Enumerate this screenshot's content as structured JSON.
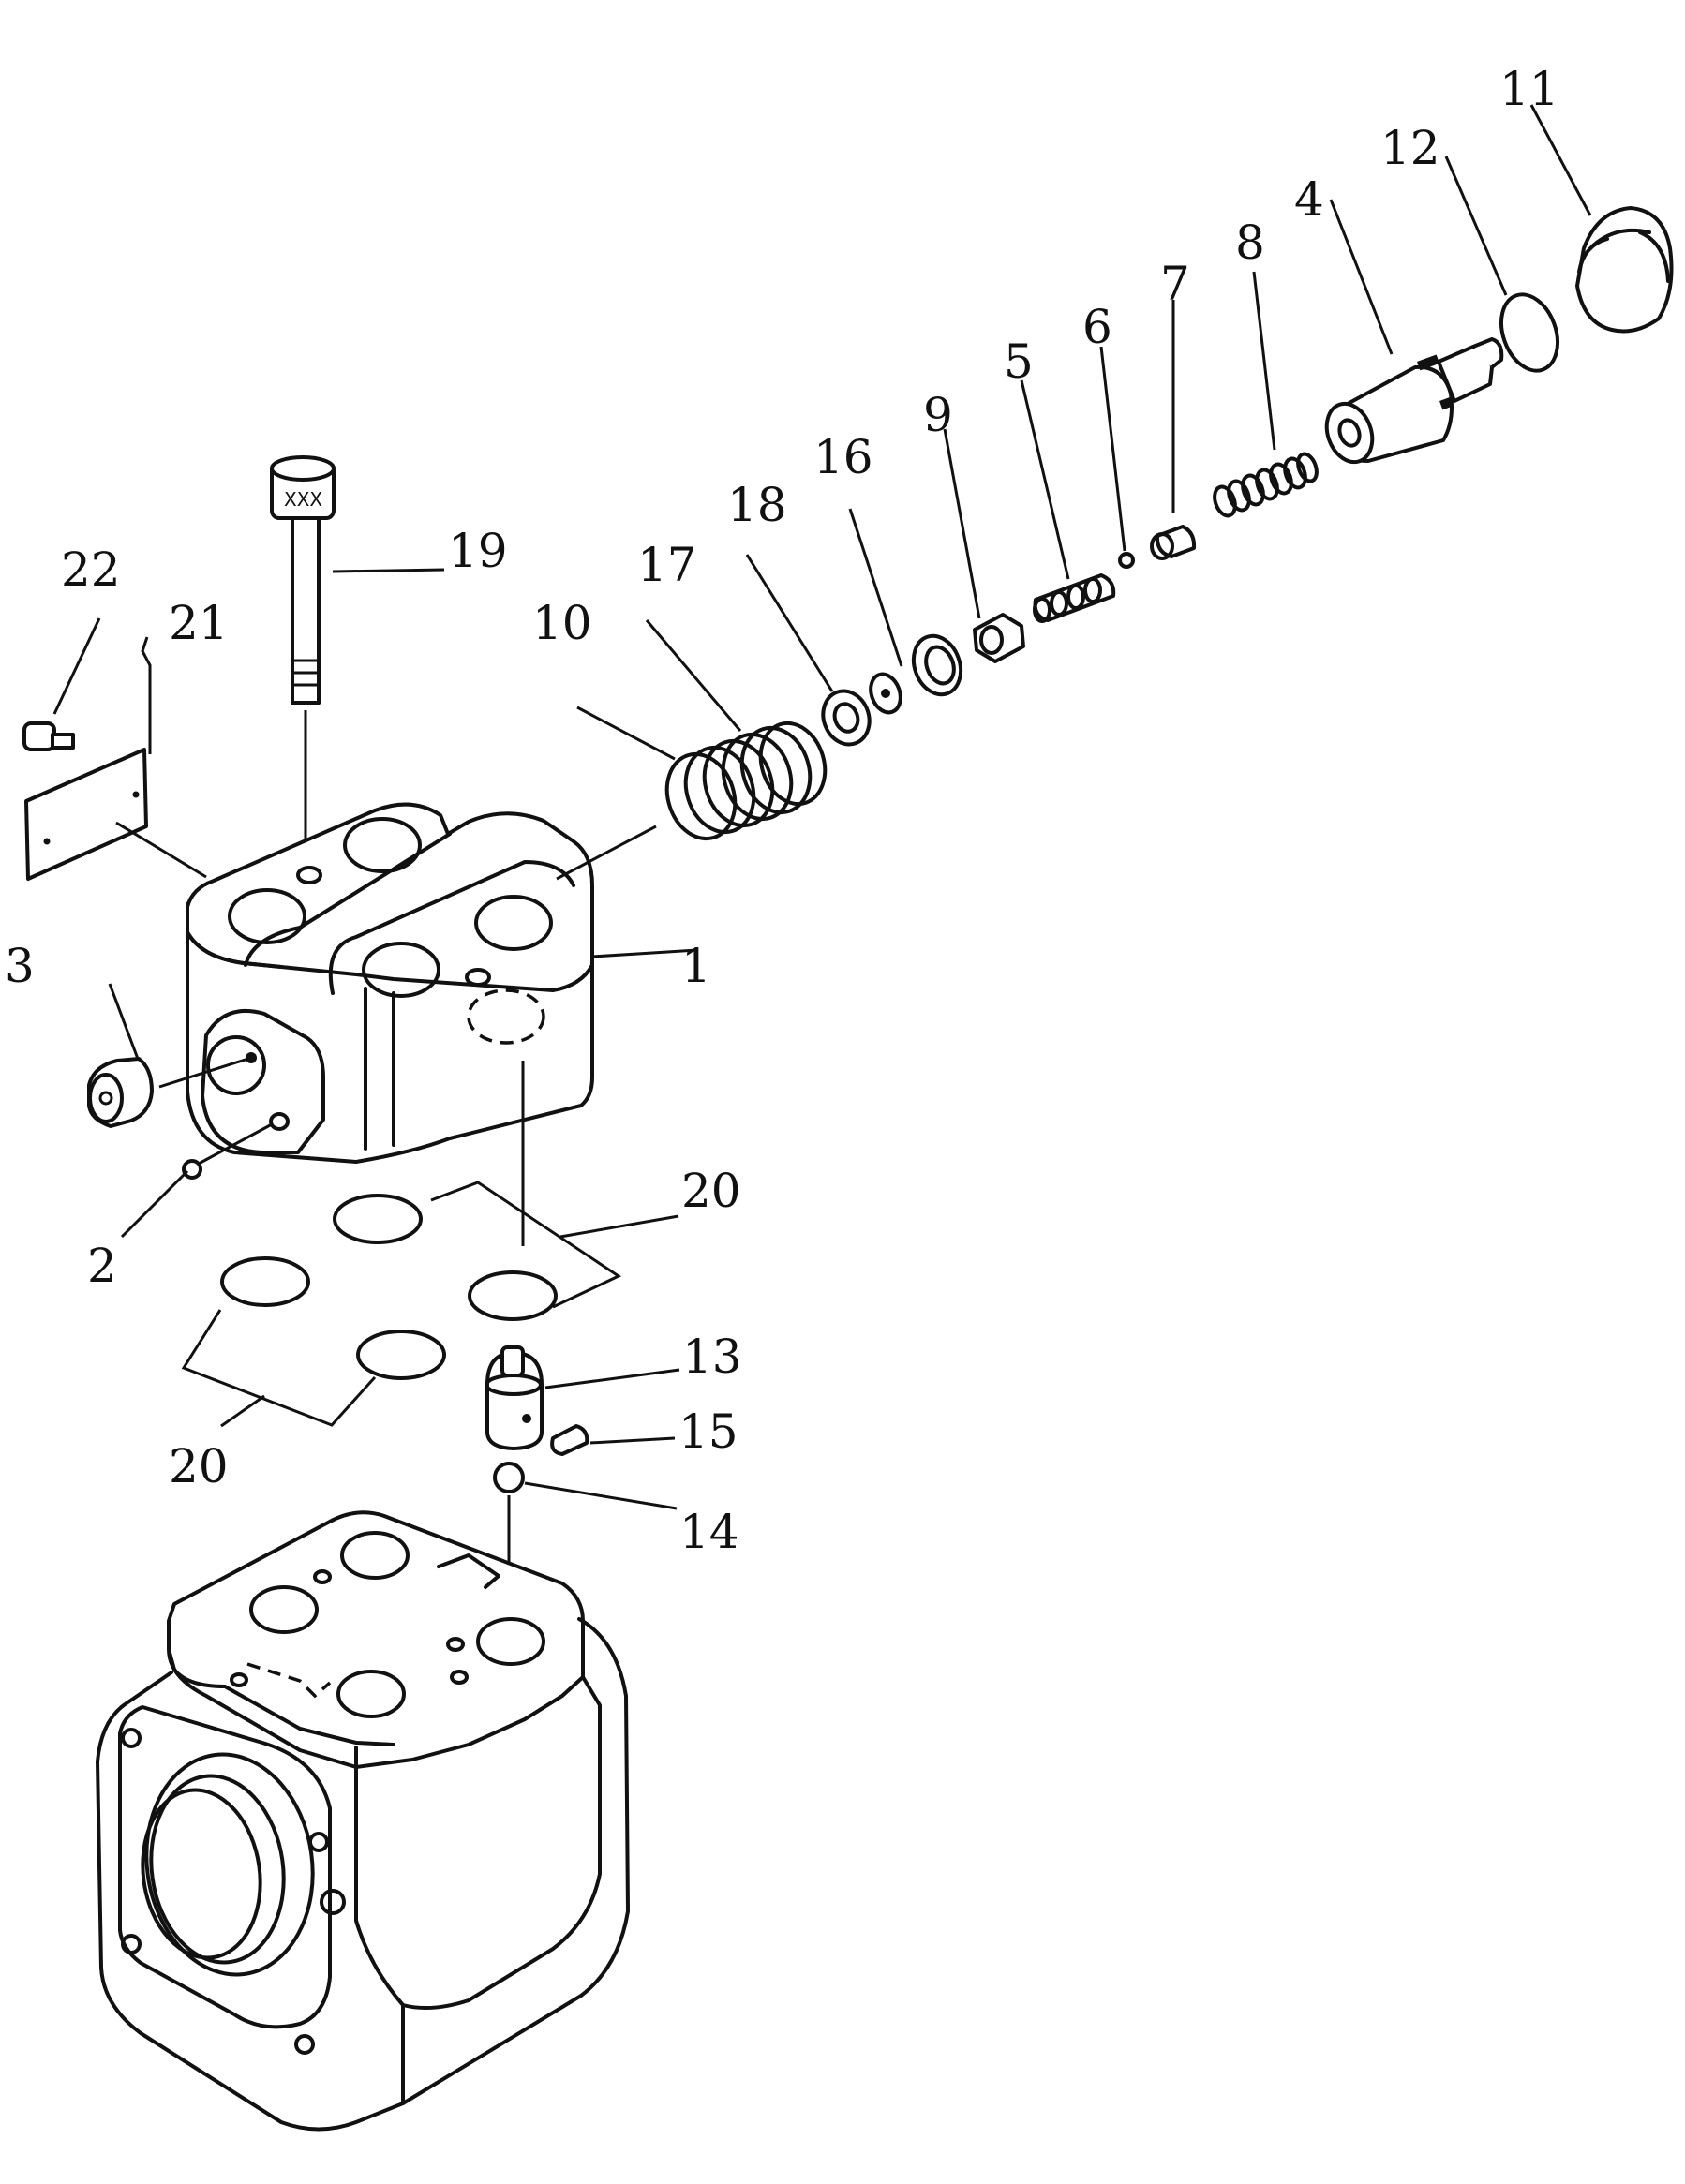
{
  "diagram": {
    "callouts": [
      "1",
      "2",
      "3",
      "4",
      "5",
      "6",
      "7",
      "8",
      "9",
      "10",
      "11",
      "12",
      "13",
      "14",
      "15",
      "16",
      "17",
      "18",
      "19",
      "20",
      "20",
      "21",
      "22"
    ],
    "bolt_head_marking": "XXX"
  }
}
